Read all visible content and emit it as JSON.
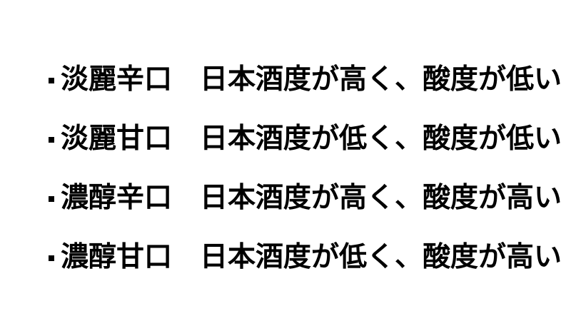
{
  "slide": {
    "background_color": "#ffffff",
    "text_color": "#000000",
    "bullet_glyph": "square-bullet",
    "lines": [
      {
        "bullet": "・",
        "term": "淡麗辛口",
        "gap": "　",
        "description": "日本酒度が高く、酸度が低い",
        "full_text": "・淡麗辛口　日本酒度が高く、酸度が低い"
      },
      {
        "bullet": "・",
        "term": "淡麗甘口",
        "gap": "　",
        "description": "日本酒度が低く、酸度が低い",
        "full_text": "・淡麗甘口　日本酒度が低く、酸度が低い"
      },
      {
        "bullet": "・",
        "term": "濃醇辛口",
        "gap": "　",
        "description": "日本酒度が高く、酸度が高い",
        "full_text": "・濃醇辛口　日本酒度が高く、酸度が高い"
      },
      {
        "bullet": "・",
        "term": "濃醇甘口",
        "gap": "　",
        "description": "日本酒度が低く、酸度が高い",
        "full_text": "・濃醇甘口　日本酒度が低く、酸度が高い"
      }
    ]
  }
}
